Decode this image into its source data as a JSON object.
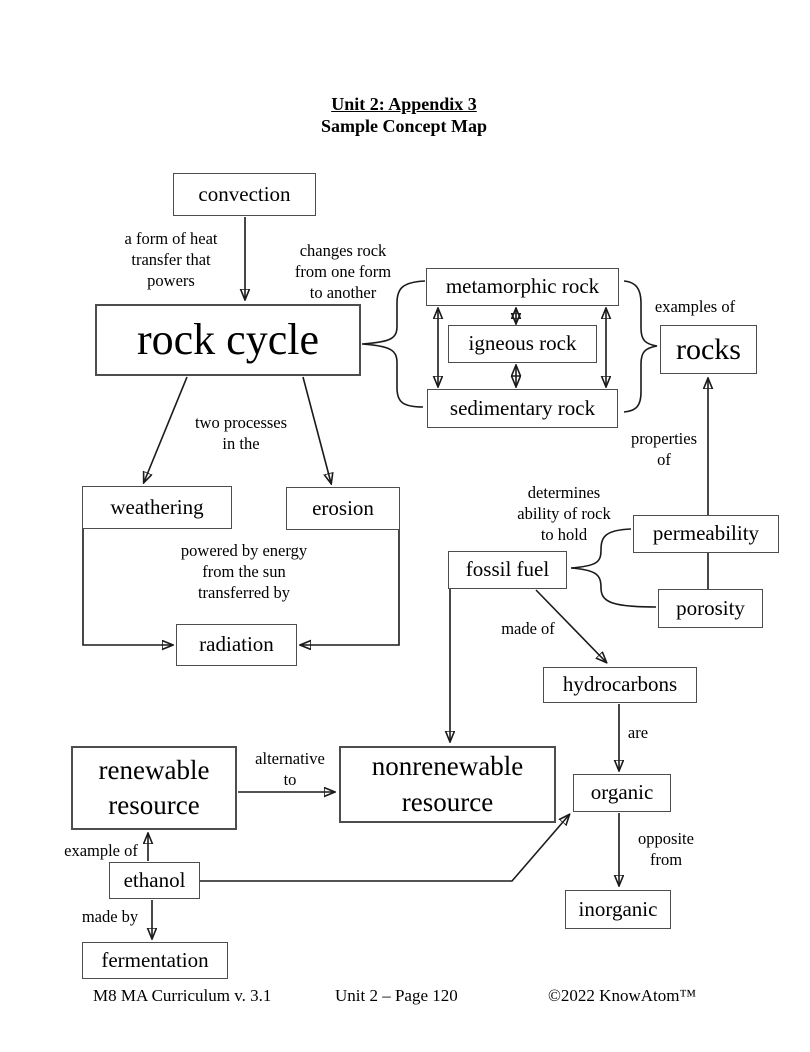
{
  "title": {
    "line1": "Unit 2: Appendix 3",
    "line2": "Sample Concept Map"
  },
  "nodes": {
    "convection": "convection",
    "rock_cycle": "rock cycle",
    "metamorphic": "metamorphic rock",
    "igneous": "igneous rock",
    "sedimentary": "sedimentary rock",
    "rocks": "rocks",
    "weathering": "weathering",
    "erosion": "erosion",
    "radiation": "radiation",
    "fossil_fuel": "fossil fuel",
    "permeability": "permeability",
    "porosity": "porosity",
    "hydrocarbons": "hydrocarbons",
    "organic": "organic",
    "inorganic": "inorganic",
    "renewable": "renewable\nresource",
    "nonrenewable": "nonrenewable\nresource",
    "ethanol": "ethanol",
    "fermentation": "fermentation"
  },
  "labels": {
    "heat_transfer": "a form of heat\ntransfer that\npowers",
    "changes_rock": "changes rock\nfrom one form\nto another",
    "two_processes": "two processes\nin the",
    "powered_by": "powered by energy\nfrom the sun\ntransferred by",
    "examples_of": "examples of",
    "properties_of": "properties\nof",
    "determines": "determines\nability of rock\nto hold",
    "made_of": "made of",
    "are": "are",
    "opposite_from": "opposite\nfrom",
    "alternative_to": "alternative\nto",
    "example_of": "example of",
    "made_by": "made by"
  },
  "footer": {
    "left": "M8 MA Curriculum v. 3.1",
    "center": "Unit 2 – Page 120",
    "right": "©2022 KnowAtom™"
  },
  "colors": {
    "background": "#ffffff",
    "box_border": "#4d4d4d",
    "line": "#1a1a1a",
    "text": "#000000"
  }
}
